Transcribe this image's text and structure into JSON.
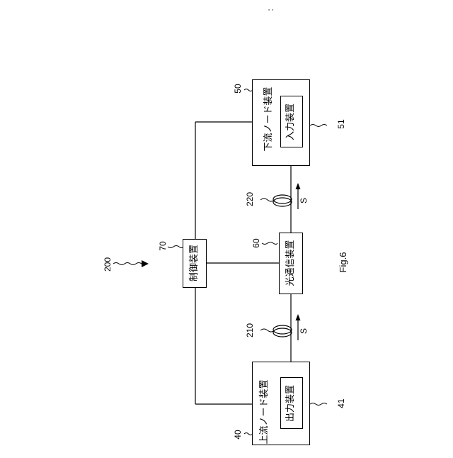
{
  "figure": {
    "caption": "Fig.6",
    "system_ref": "200",
    "corner_mark": ":"
  },
  "nodes": {
    "upstream": {
      "ref": "40",
      "label": "上流ノード装置",
      "inner_ref": "41",
      "inner_label": "出力装置"
    },
    "downstream": {
      "ref": "50",
      "label": "下流ノード装置",
      "inner_ref": "51",
      "inner_label": "入力装置"
    },
    "optical": {
      "ref": "60",
      "label": "光通信装置"
    },
    "control": {
      "ref": "70",
      "label": "制御装置"
    }
  },
  "fibers": [
    {
      "ref": "210",
      "signal": "S"
    },
    {
      "ref": "220",
      "signal": "S"
    }
  ]
}
